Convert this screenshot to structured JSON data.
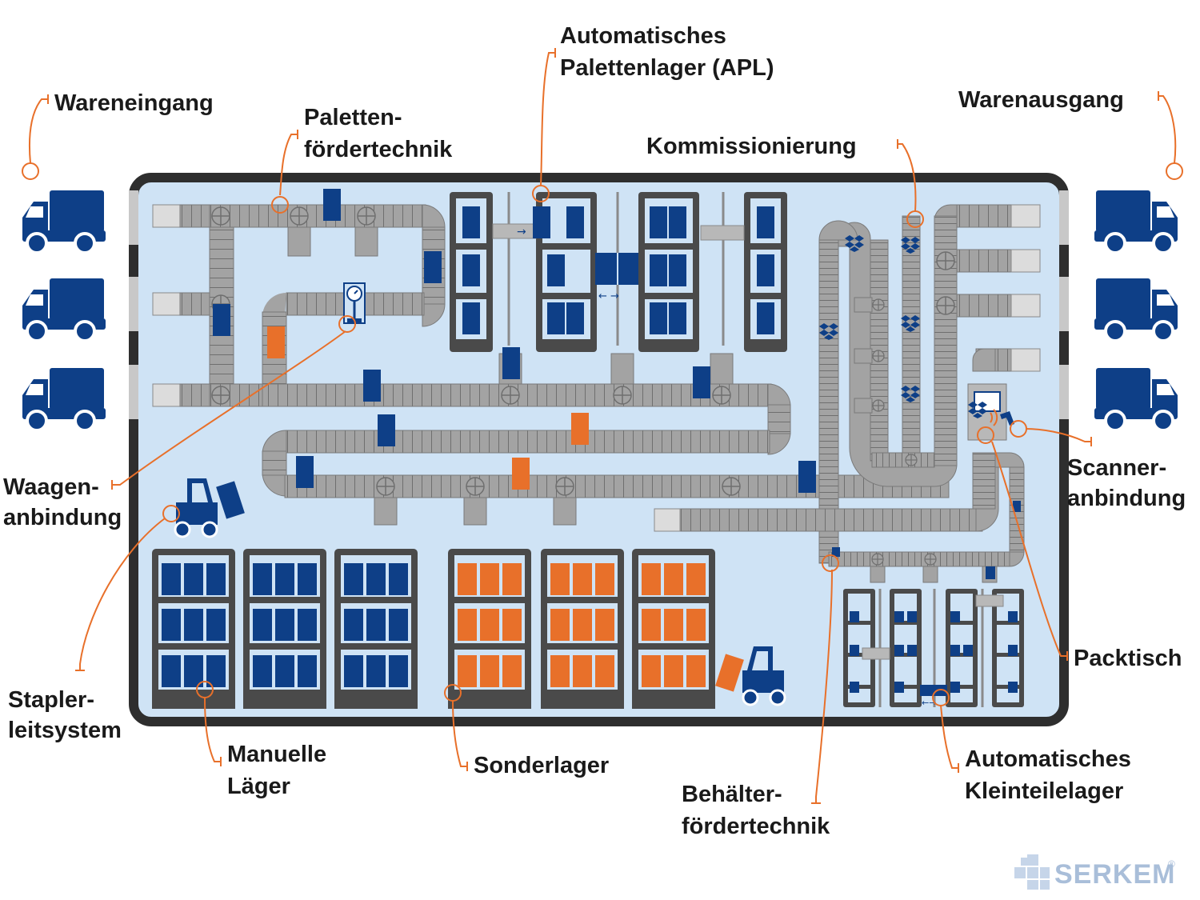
{
  "labels": {
    "wareneingang": "Wareneingang",
    "palettenfoerder_1": "Paletten-",
    "palettenfoerder_2": "fördertechnik",
    "apl_1": "Automatisches",
    "apl_2": "Palettenlager (APL)",
    "kommissionierung": "Kommissionierung",
    "warenausgang": "Warenausgang",
    "waagen_1": "Waagen-",
    "waagen_2": "anbindung",
    "scanner_1": "Scanner-",
    "scanner_2": "anbindung",
    "packtisch": "Packtisch",
    "stapler_1": "Stapler-",
    "stapler_2": "leitsystem",
    "manuelle_1": "Manuelle",
    "manuelle_2": "Läger",
    "sonderlager": "Sonderlager",
    "behaelter_1": "Behälter-",
    "behaelter_2": "fördertechnik",
    "akl_1": "Automatisches",
    "akl_2": "Kleinteilelager"
  },
  "logo": {
    "text": "SERKEM",
    "mark": "®"
  },
  "icons": [
    "truck-icon",
    "forklift-icon",
    "scale-icon",
    "scanner-icon",
    "box-icon"
  ],
  "colors": {
    "blue": "#0e3f87",
    "orange": "#e8702a",
    "floor": "#cfe3f5",
    "wall": "#2e2e2e",
    "conveyor": "#9d9d9d",
    "rack": "#4a4a4a",
    "leader": "#e8702a"
  }
}
